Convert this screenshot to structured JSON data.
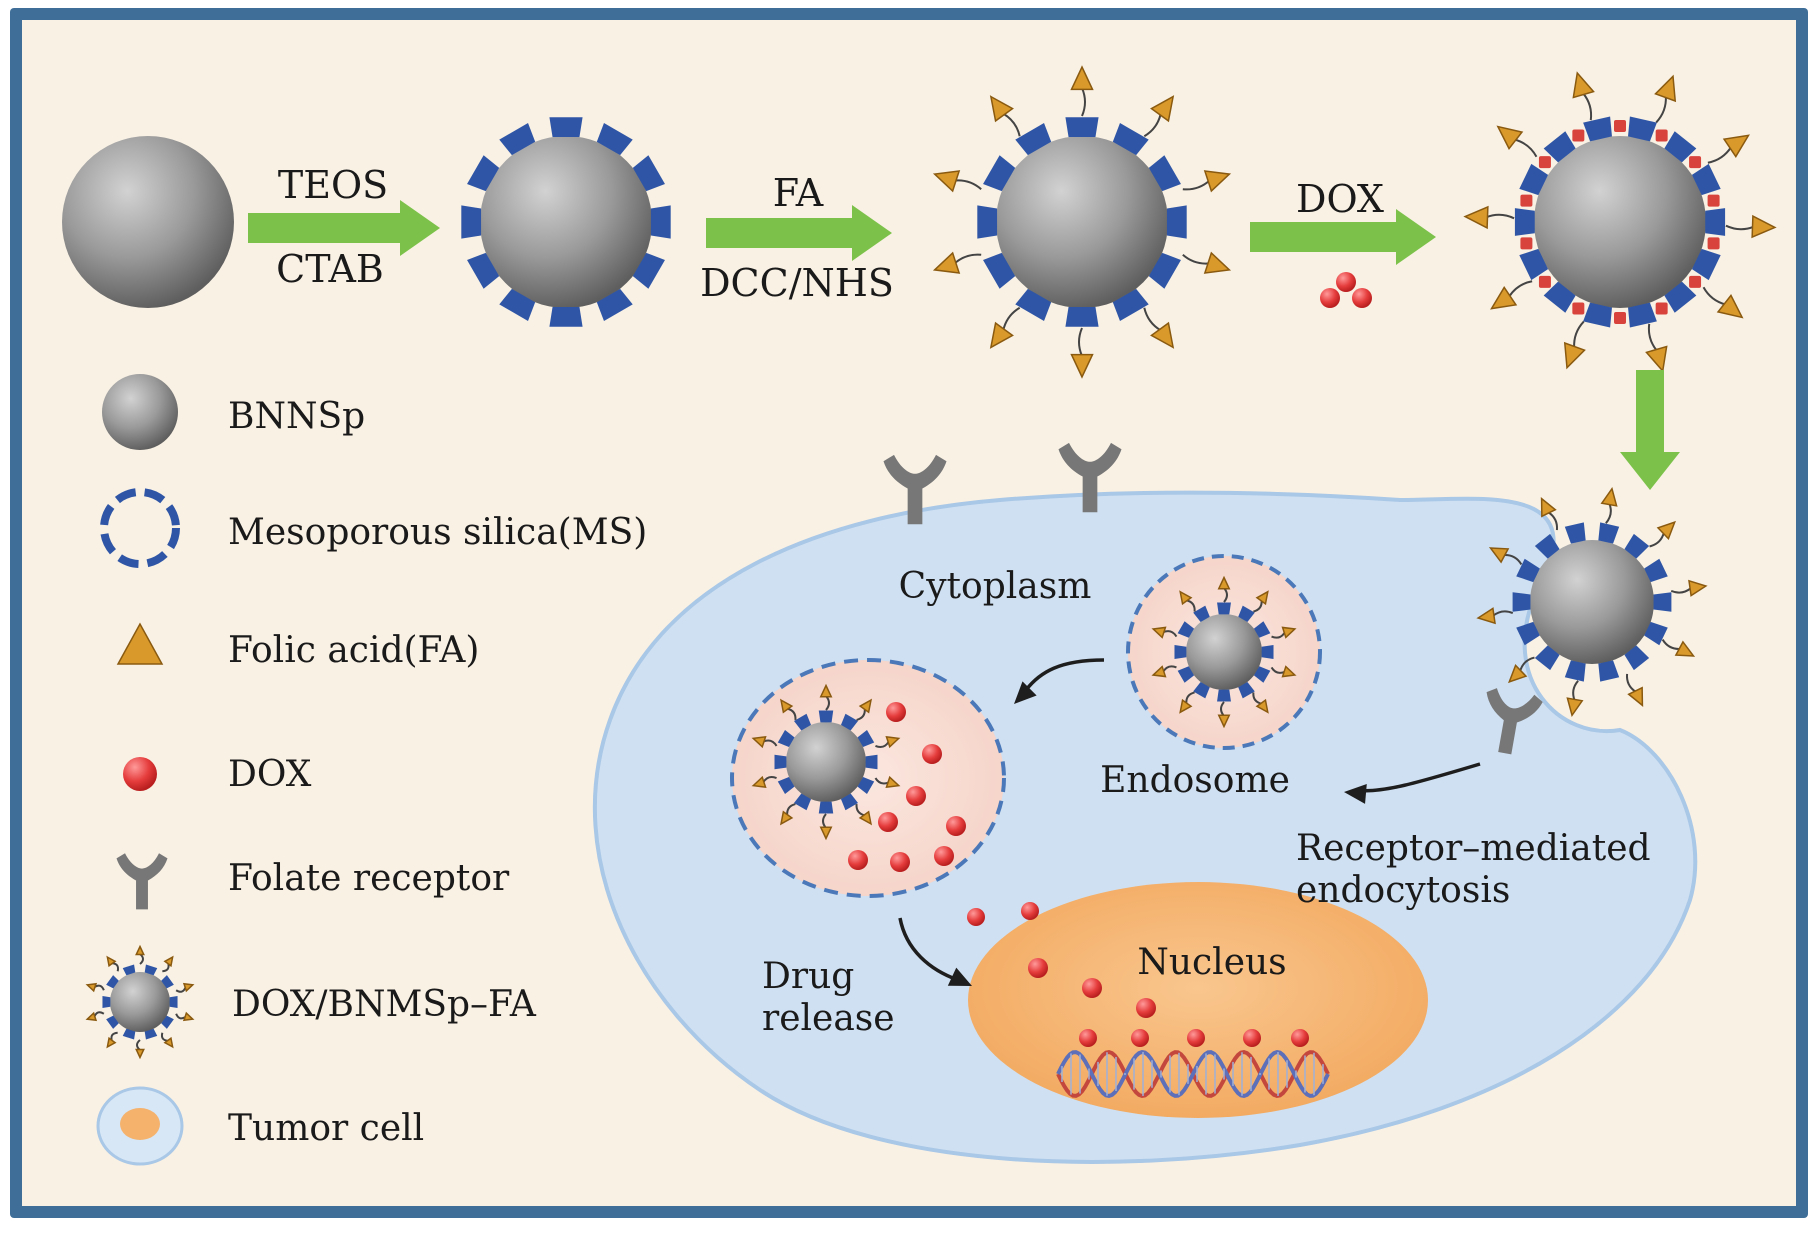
{
  "colors": {
    "frame": "#3f6f99",
    "panel": "#f9f1e4",
    "arrow": "#7cc24a",
    "silica": "#2f56a6",
    "folate": "#d99a2b",
    "dox": "#e23a3a",
    "receptor": "#777777",
    "cell": "#cfe0f2",
    "cell_border": "#a9c7e6",
    "nucleus": "#f4b26d",
    "endosome": "#f8ddd5"
  },
  "steps": [
    {
      "top": "TEOS",
      "bottom": "CTAB"
    },
    {
      "top": "FA",
      "bottom": "DCC/NHS"
    },
    {
      "top": "DOX",
      "bottom": ""
    }
  ],
  "legend": [
    {
      "icon": "bnnsp-sphere-icon",
      "label": "BNNSp"
    },
    {
      "icon": "mesoporous-silica-ring-icon",
      "label": "Mesoporous silica(MS)"
    },
    {
      "icon": "folic-acid-triangle-icon",
      "label": "Folic acid(FA)"
    },
    {
      "icon": "dox-dot-icon",
      "label": "DOX"
    },
    {
      "icon": "folate-receptor-icon",
      "label": "Folate receptor"
    },
    {
      "icon": "dox-bnmsp-fa-particle-icon",
      "label": "DOX/BNMSp–FA"
    },
    {
      "icon": "tumor-cell-icon",
      "label": "Tumor cell"
    }
  ],
  "cell_labels": {
    "cytoplasm": "Cytoplasm",
    "endosome": "Endosome",
    "endocytosis_line1": "Receptor–mediated",
    "endocytosis_line2": "endocytosis",
    "drug_release_line1": "Drug",
    "drug_release_line2": "release",
    "nucleus": "Nucleus"
  }
}
